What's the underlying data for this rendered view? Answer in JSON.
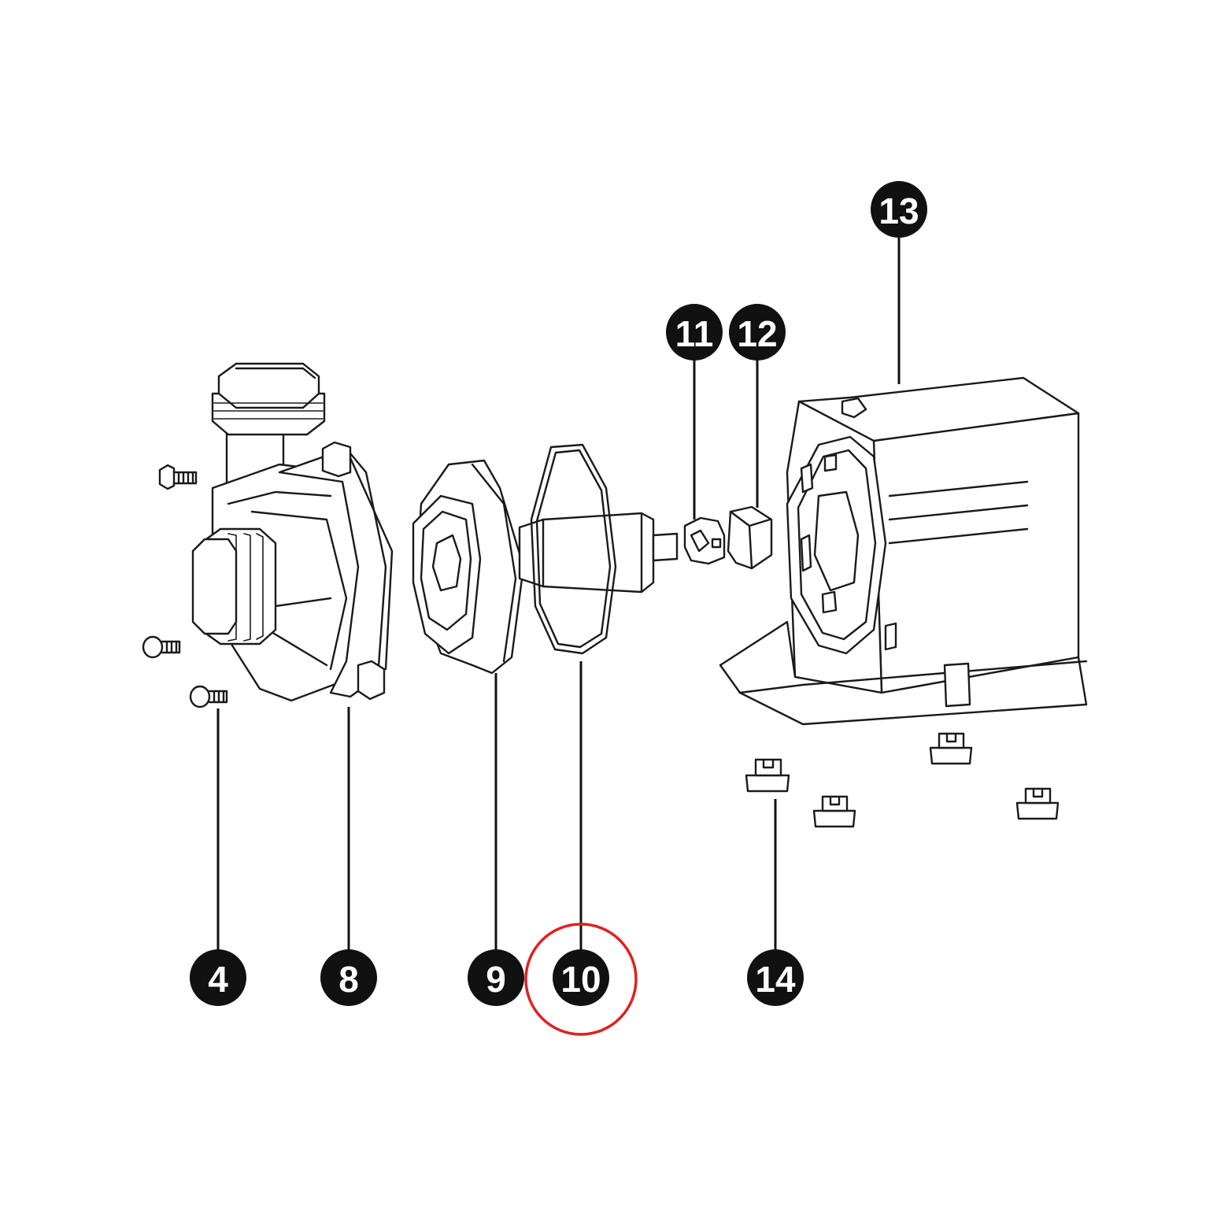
{
  "callouts": [
    {
      "id": "4",
      "label": "4"
    },
    {
      "id": "8",
      "label": "8"
    },
    {
      "id": "9",
      "label": "9"
    },
    {
      "id": "10",
      "label": "10",
      "highlighted": true
    },
    {
      "id": "11",
      "label": "11"
    },
    {
      "id": "12",
      "label": "12"
    },
    {
      "id": "13",
      "label": "13"
    },
    {
      "id": "14",
      "label": "14"
    }
  ],
  "colors": {
    "line": "#1a1a1a",
    "badge": "#111111",
    "highlight": "#e02020"
  }
}
